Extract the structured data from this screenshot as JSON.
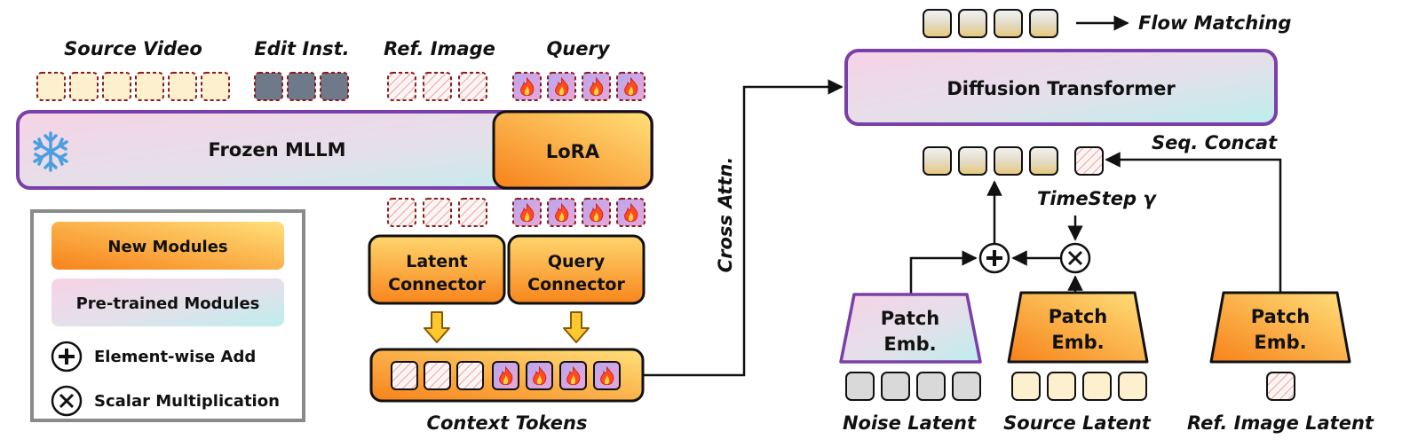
{
  "top_labels": {
    "source_video": "Source Video",
    "edit_inst": "Edit Inst.",
    "ref_image": "Ref. Image",
    "query": "Query"
  },
  "mllm": {
    "frozen_label": "Frozen MLLM",
    "lora_label": "LoRA"
  },
  "connectors": {
    "latent": [
      "Latent",
      "Connector"
    ],
    "query": [
      "Query",
      "Connector"
    ]
  },
  "context_tokens_label": "Context Tokens",
  "cross_attn_label": "Cross Attn.",
  "dit": {
    "label": "Diffusion Transformer",
    "flow_matching": "Flow Matching",
    "seq_concat": "Seq. Concat",
    "timestep": "TimeStep γ"
  },
  "patch_embeds": [
    {
      "line1": "Patch",
      "line2": "Emb.",
      "latent_label": "Noise Latent"
    },
    {
      "line1": "Patch",
      "line2": "Emb.",
      "latent_label": "Source Latent"
    },
    {
      "line1": "Patch",
      "line2": "Emb.",
      "latent_label": "Ref. Image Latent"
    }
  ],
  "legend": {
    "new_modules": "New Modules",
    "pretrained_modules": "Pre-trained Modules",
    "element_add": "Element-wise Add",
    "scalar_mult": "Scalar Multiplication"
  },
  "colors": {
    "purple_border": "#7a3fa8",
    "orange": "#f7901e",
    "light_orange": "#ffd36b",
    "pretrained_pink": "#f3d6e6",
    "pretrained_cyan": "#c9eef0",
    "dark_red_dash": "#8b1a1a",
    "gray_token": "#6e7a8a"
  }
}
